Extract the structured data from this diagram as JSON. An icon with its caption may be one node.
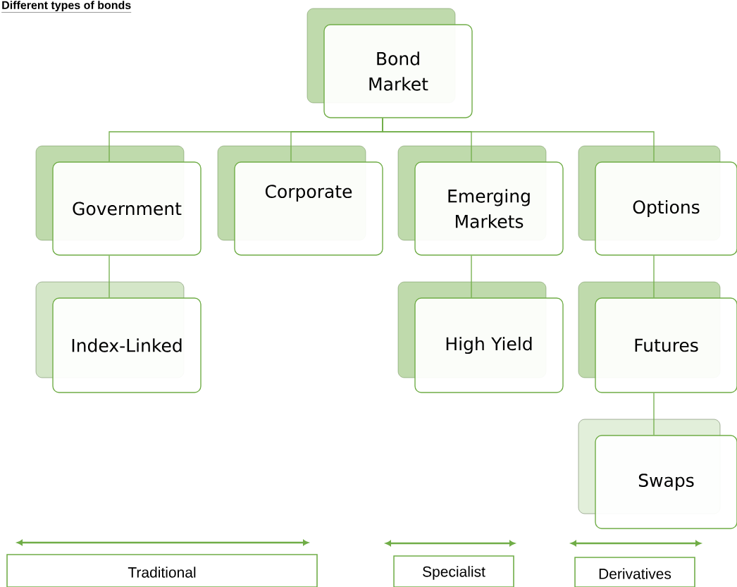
{
  "diagram": {
    "title": "Different types of bonds",
    "nodes": [
      {
        "text": [
          "Bond Market"
        ]
      },
      {
        "text": [
          "Government"
        ]
      },
      {
        "text": [
          "Corporate"
        ]
      },
      {
        "text": [
          "Emerging Markets"
        ]
      },
      {
        "text": [
          "Options"
        ]
      },
      {
        "text": [
          "Index-Linked"
        ]
      },
      {
        "text": [
          "High Yield"
        ]
      },
      {
        "text": [
          "Futures"
        ]
      },
      {
        "text": [
          "Swaps"
        ]
      },
      {
        "text": [
          "Traditional"
        ]
      },
      {
        "text": [
          "Specialist"
        ]
      },
      {
        "text": [
          "Derivatives"
        ]
      }
    ],
    "edges": [
      {
        "from": 0,
        "to": 1,
        "arrow": "none"
      },
      {
        "from": 0,
        "to": 2,
        "arrow": "none"
      },
      {
        "from": 0,
        "to": 3,
        "arrow": "none"
      },
      {
        "from": 0,
        "to": 4,
        "arrow": "none"
      },
      {
        "from": 1,
        "to": 5,
        "arrow": "none"
      },
      {
        "from": 3,
        "to": 6,
        "arrow": "none"
      },
      {
        "from": 4,
        "to": 7,
        "arrow": "none"
      },
      {
        "from": 7,
        "to": 8,
        "arrow": "none"
      }
    ]
  }
}
